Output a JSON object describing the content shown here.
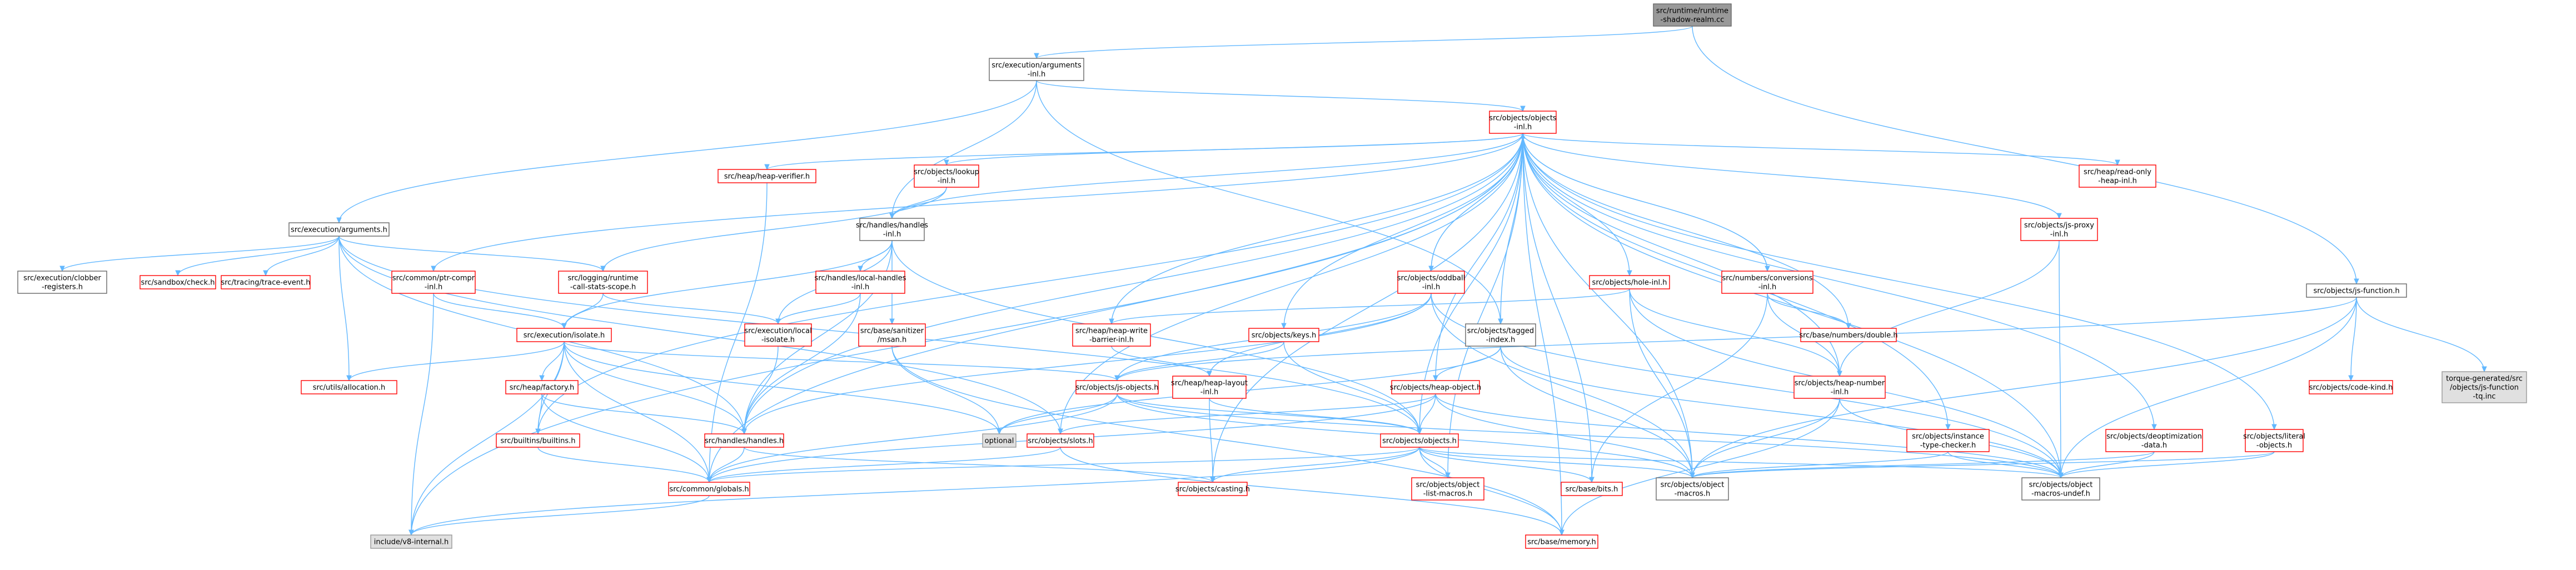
{
  "colors": {
    "edge": "#63b8ff",
    "node_fill": "#ffffff",
    "node_text": "#000000",
    "root_fill": "#999999",
    "root_border": "#666666",
    "normal_border": "#666666",
    "truncated_border": "#ff0000",
    "external_fill": "#e0e0e0",
    "external_border": "#999999"
  },
  "nodes": [
    {
      "id": "root",
      "lines": [
        "src/runtime/runtime",
        "-shadow-realm.cc"
      ],
      "kind": "root"
    },
    {
      "id": "exec_args_inl",
      "lines": [
        "src/execution/arguments",
        "-inl.h"
      ],
      "kind": "normal"
    },
    {
      "id": "js_function",
      "lines": [
        "src/objects/js-function.h"
      ],
      "kind": "normal"
    },
    {
      "id": "objects_inl",
      "lines": [
        "src/objects/objects",
        "-inl.h"
      ],
      "kind": "truncated"
    },
    {
      "id": "exec_args",
      "lines": [
        "src/execution/arguments.h"
      ],
      "kind": "normal"
    },
    {
      "id": "heap_verifier",
      "lines": [
        "src/heap/heap-verifier.h"
      ],
      "kind": "truncated"
    },
    {
      "id": "lookup_inl",
      "lines": [
        "src/objects/lookup",
        "-inl.h"
      ],
      "kind": "truncated"
    },
    {
      "id": "handles_inl",
      "lines": [
        "src/handles/handles",
        "-inl.h"
      ],
      "kind": "normal"
    },
    {
      "id": "heap_readonly",
      "lines": [
        "src/heap/read-only",
        "-heap-inl.h"
      ],
      "kind": "truncated"
    },
    {
      "id": "js_proxy_inl",
      "lines": [
        "src/objects/js-proxy",
        "-inl.h"
      ],
      "kind": "truncated"
    },
    {
      "id": "clobber",
      "lines": [
        "src/execution/clobber",
        "-registers.h"
      ],
      "kind": "normal"
    },
    {
      "id": "sandbox_check",
      "lines": [
        "src/sandbox/check.h"
      ],
      "kind": "truncated"
    },
    {
      "id": "trace_event",
      "lines": [
        "src/tracing/trace-event.h"
      ],
      "kind": "truncated"
    },
    {
      "id": "ptr_compr",
      "lines": [
        "src/common/ptr-compr",
        "-inl.h"
      ],
      "kind": "truncated"
    },
    {
      "id": "runtime_call_stats",
      "lines": [
        "src/logging/runtime",
        "-call-stats-scope.h"
      ],
      "kind": "truncated"
    },
    {
      "id": "local_handles",
      "lines": [
        "src/handles/local-handles",
        "-inl.h"
      ],
      "kind": "truncated"
    },
    {
      "id": "oddball_inl",
      "lines": [
        "src/objects/oddball",
        "-inl.h"
      ],
      "kind": "truncated"
    },
    {
      "id": "hole_inl",
      "lines": [
        "src/objects/hole-inl.h"
      ],
      "kind": "truncated"
    },
    {
      "id": "conversions_inl",
      "lines": [
        "src/numbers/conversions",
        "-inl.h"
      ],
      "kind": "truncated"
    },
    {
      "id": "isolate",
      "lines": [
        "src/execution/isolate.h"
      ],
      "kind": "truncated"
    },
    {
      "id": "local_isolate",
      "lines": [
        "src/execution/local",
        "-isolate.h"
      ],
      "kind": "truncated"
    },
    {
      "id": "msan",
      "lines": [
        "src/base/sanitizer",
        "/msan.h"
      ],
      "kind": "truncated"
    },
    {
      "id": "write_barrier",
      "lines": [
        "src/heap/heap-write",
        "-barrier-inl.h"
      ],
      "kind": "truncated"
    },
    {
      "id": "keys",
      "lines": [
        "src/objects/keys.h"
      ],
      "kind": "truncated"
    },
    {
      "id": "tagged_index",
      "lines": [
        "src/objects/tagged",
        "-index.h"
      ],
      "kind": "normal"
    },
    {
      "id": "double",
      "lines": [
        "src/base/numbers/double.h"
      ],
      "kind": "truncated"
    },
    {
      "id": "heap_number_inl",
      "lines": [
        "src/objects/heap-number",
        "-inl.h"
      ],
      "kind": "truncated"
    },
    {
      "id": "code_kind",
      "lines": [
        "src/objects/code-kind.h"
      ],
      "kind": "truncated"
    },
    {
      "id": "torque_js_function",
      "lines": [
        "torque-generated/src",
        "/objects/js-function",
        "-tq.inc"
      ],
      "kind": "external"
    },
    {
      "id": "utils_allocation",
      "lines": [
        "src/utils/allocation.h"
      ],
      "kind": "truncated"
    },
    {
      "id": "heap_factory",
      "lines": [
        "src/heap/factory.h"
      ],
      "kind": "truncated"
    },
    {
      "id": "js_objects",
      "lines": [
        "src/objects/js-objects.h"
      ],
      "kind": "truncated"
    },
    {
      "id": "heap_layout_inl",
      "lines": [
        "src/heap/heap-layout",
        "-inl.h"
      ],
      "kind": "truncated"
    },
    {
      "id": "heap_object",
      "lines": [
        "src/objects/heap-object.h"
      ],
      "kind": "truncated"
    },
    {
      "id": "instance_type_checker",
      "lines": [
        "src/objects/instance",
        "-type-checker.h"
      ],
      "kind": "truncated"
    },
    {
      "id": "deoptimization_data",
      "lines": [
        "src/objects/deoptimization",
        "-data.h"
      ],
      "kind": "truncated"
    },
    {
      "id": "literal_objects",
      "lines": [
        "src/objects/literal",
        "-objects.h"
      ],
      "kind": "truncated"
    },
    {
      "id": "optional",
      "lines": [
        "optional"
      ],
      "kind": "external"
    },
    {
      "id": "builtins",
      "lines": [
        "src/builtins/builtins.h"
      ],
      "kind": "truncated"
    },
    {
      "id": "handles_h",
      "lines": [
        "src/handles/handles.h"
      ],
      "kind": "truncated"
    },
    {
      "id": "slots",
      "lines": [
        "src/objects/slots.h"
      ],
      "kind": "truncated"
    },
    {
      "id": "objects_h",
      "lines": [
        "src/objects/objects.h"
      ],
      "kind": "truncated"
    },
    {
      "id": "globals",
      "lines": [
        "src/common/globals.h"
      ],
      "kind": "truncated"
    },
    {
      "id": "casting",
      "lines": [
        "src/objects/casting.h"
      ],
      "kind": "truncated"
    },
    {
      "id": "object_list_macros",
      "lines": [
        "src/objects/object",
        "-list-macros.h"
      ],
      "kind": "truncated"
    },
    {
      "id": "bits",
      "lines": [
        "src/base/bits.h"
      ],
      "kind": "truncated"
    },
    {
      "id": "object_macros",
      "lines": [
        "src/objects/object",
        "-macros.h"
      ],
      "kind": "normal"
    },
    {
      "id": "object_macros_undef",
      "lines": [
        "src/objects/object",
        "-macros-undef.h"
      ],
      "kind": "normal"
    },
    {
      "id": "v8_internal",
      "lines": [
        "include/v8-internal.h"
      ],
      "kind": "external"
    },
    {
      "id": "memory",
      "lines": [
        "src/base/memory.h"
      ],
      "kind": "truncated"
    }
  ],
  "edges": [
    [
      "root",
      "exec_args_inl"
    ],
    [
      "root",
      "js_function"
    ],
    [
      "exec_args_inl",
      "exec_args"
    ],
    [
      "exec_args_inl",
      "objects_inl"
    ],
    [
      "exec_args_inl",
      "handles_inl"
    ],
    [
      "exec_args_inl",
      "tagged_index"
    ],
    [
      "js_function",
      "code_kind"
    ],
    [
      "js_function",
      "torque_js_function"
    ],
    [
      "js_function",
      "object_macros"
    ],
    [
      "js_function",
      "object_macros_undef"
    ],
    [
      "js_function",
      "js_objects"
    ],
    [
      "exec_args",
      "clobber"
    ],
    [
      "exec_args",
      "sandbox_check"
    ],
    [
      "exec_args",
      "trace_event"
    ],
    [
      "exec_args",
      "runtime_call_stats"
    ],
    [
      "exec_args",
      "handles_h"
    ],
    [
      "exec_args",
      "objects_h"
    ],
    [
      "exec_args",
      "slots"
    ],
    [
      "exec_args",
      "utils_allocation"
    ],
    [
      "objects_inl",
      "heap_verifier"
    ],
    [
      "objects_inl",
      "lookup_inl"
    ],
    [
      "objects_inl",
      "handles_inl"
    ],
    [
      "objects_inl",
      "heap_readonly"
    ],
    [
      "objects_inl",
      "js_proxy_inl"
    ],
    [
      "objects_inl",
      "ptr_compr"
    ],
    [
      "objects_inl",
      "oddball_inl"
    ],
    [
      "objects_inl",
      "hole_inl"
    ],
    [
      "objects_inl",
      "conversions_inl"
    ],
    [
      "objects_inl",
      "keys"
    ],
    [
      "objects_inl",
      "tagged_index"
    ],
    [
      "objects_inl",
      "double"
    ],
    [
      "objects_inl",
      "heap_number_inl"
    ],
    [
      "objects_inl",
      "write_barrier"
    ],
    [
      "objects_inl",
      "instance_type_checker"
    ],
    [
      "objects_inl",
      "deoptimization_data"
    ],
    [
      "objects_inl",
      "literal_objects"
    ],
    [
      "objects_inl",
      "builtins"
    ],
    [
      "objects_inl",
      "handles_h"
    ],
    [
      "objects_inl",
      "slots"
    ],
    [
      "objects_inl",
      "objects_h"
    ],
    [
      "objects_inl",
      "casting"
    ],
    [
      "objects_inl",
      "object_list_macros"
    ],
    [
      "objects_inl",
      "bits"
    ],
    [
      "objects_inl",
      "object_macros"
    ],
    [
      "objects_inl",
      "object_macros_undef"
    ],
    [
      "objects_inl",
      "v8_internal"
    ],
    [
      "objects_inl",
      "memory"
    ],
    [
      "objects_inl",
      "globals"
    ],
    [
      "objects_inl",
      "heap_object"
    ],
    [
      "heap_verifier",
      "globals"
    ],
    [
      "lookup_inl",
      "handles_inl"
    ],
    [
      "lookup_inl",
      "runtime_call_stats"
    ],
    [
      "handles_inl",
      "isolate"
    ],
    [
      "handles_inl",
      "local_handles"
    ],
    [
      "handles_inl",
      "msan"
    ],
    [
      "handles_inl",
      "handles_h"
    ],
    [
      "handles_inl",
      "objects_h"
    ],
    [
      "handles_inl",
      "local_isolate"
    ],
    [
      "js_proxy_inl",
      "heap_number_inl"
    ],
    [
      "js_proxy_inl",
      "object_macros_undef"
    ],
    [
      "ptr_compr",
      "isolate"
    ],
    [
      "ptr_compr",
      "v8_internal"
    ],
    [
      "runtime_call_stats",
      "isolate"
    ],
    [
      "runtime_call_stats",
      "local_isolate"
    ],
    [
      "local_handles",
      "local_isolate"
    ],
    [
      "local_handles",
      "handles_h"
    ],
    [
      "oddball_inl",
      "objects_inl"
    ],
    [
      "oddball_inl",
      "handles_h"
    ],
    [
      "oddball_inl",
      "object_macros"
    ],
    [
      "oddball_inl",
      "object_macros_undef"
    ],
    [
      "oddball_inl",
      "heap_layout_inl"
    ],
    [
      "oddball_inl",
      "js_objects"
    ],
    [
      "hole_inl",
      "heap_number_inl"
    ],
    [
      "hole_inl",
      "object_macros"
    ],
    [
      "hole_inl",
      "object_macros_undef"
    ],
    [
      "hole_inl",
      "write_barrier"
    ],
    [
      "conversions_inl",
      "objects_inl"
    ],
    [
      "conversions_inl",
      "double"
    ],
    [
      "conversions_inl",
      "heap_number_inl"
    ],
    [
      "conversions_inl",
      "bits"
    ],
    [
      "isolate",
      "heap_factory"
    ],
    [
      "isolate",
      "builtins"
    ],
    [
      "isolate",
      "handles_h"
    ],
    [
      "isolate",
      "utils_allocation"
    ],
    [
      "isolate",
      "globals"
    ],
    [
      "isolate",
      "optional"
    ],
    [
      "isolate",
      "v8_internal"
    ],
    [
      "isolate",
      "js_objects"
    ],
    [
      "local_isolate",
      "handles_h"
    ],
    [
      "msan",
      "memory"
    ],
    [
      "msan",
      "optional"
    ],
    [
      "write_barrier",
      "heap_layout_inl"
    ],
    [
      "keys",
      "js_objects"
    ],
    [
      "keys",
      "objects_h"
    ],
    [
      "tagged_index",
      "heap_object"
    ],
    [
      "tagged_index",
      "object_macros"
    ],
    [
      "tagged_index",
      "object_macros_undef"
    ],
    [
      "tagged_index",
      "optional"
    ],
    [
      "heap_number_inl",
      "object_macros"
    ],
    [
      "heap_number_inl",
      "object_macros_undef"
    ],
    [
      "heap_number_inl",
      "memory"
    ],
    [
      "heap_factory",
      "handles_h"
    ],
    [
      "heap_factory",
      "builtins"
    ],
    [
      "heap_factory",
      "globals"
    ],
    [
      "js_objects",
      "objects_h"
    ],
    [
      "js_objects",
      "object_macros"
    ],
    [
      "js_objects",
      "object_macros_undef"
    ],
    [
      "js_objects",
      "optional"
    ],
    [
      "js_objects",
      "globals"
    ],
    [
      "heap_layout_inl",
      "objects_h"
    ],
    [
      "heap_layout_inl",
      "casting"
    ],
    [
      "heap_object",
      "objects_h"
    ],
    [
      "heap_object",
      "slots"
    ],
    [
      "heap_object",
      "object_macros"
    ],
    [
      "heap_object",
      "object_macros_undef"
    ],
    [
      "heap_object",
      "globals"
    ],
    [
      "instance_type_checker",
      "object_macros"
    ],
    [
      "instance_type_checker",
      "object_macros_undef"
    ],
    [
      "deoptimization_data",
      "object_macros"
    ],
    [
      "deoptimization_data",
      "object_macros_undef"
    ],
    [
      "literal_objects",
      "object_macros"
    ],
    [
      "literal_objects",
      "object_macros_undef"
    ],
    [
      "builtins",
      "globals"
    ],
    [
      "handles_h",
      "globals"
    ],
    [
      "handles_h",
      "casting"
    ],
    [
      "slots",
      "globals"
    ],
    [
      "slots",
      "memory"
    ],
    [
      "objects_h",
      "object_list_macros"
    ],
    [
      "objects_h",
      "bits"
    ],
    [
      "objects_h",
      "object_macros"
    ],
    [
      "objects_h",
      "object_macros_undef"
    ],
    [
      "objects_h",
      "memory"
    ],
    [
      "objects_h",
      "casting"
    ],
    [
      "objects_h",
      "globals"
    ],
    [
      "objects_h",
      "v8_internal"
    ],
    [
      "globals",
      "v8_internal"
    ]
  ]
}
